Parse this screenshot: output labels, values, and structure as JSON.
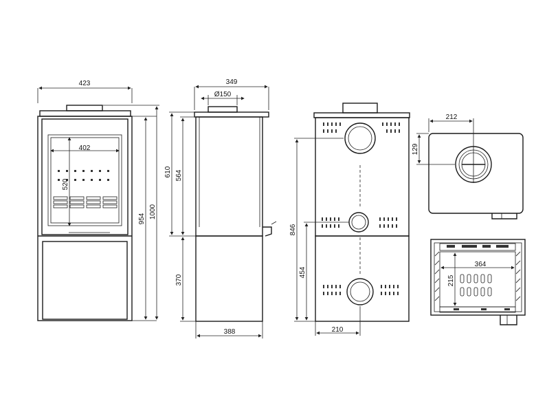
{
  "views": {
    "front": {
      "width_label": "423",
      "window_width_label": "402",
      "window_height_label": "520",
      "total_height_label": "1000",
      "body_height_label": "954"
    },
    "side": {
      "width_label": "349",
      "flue_label": "Ø150",
      "upper_height_label": "610",
      "upper_inner_label": "564",
      "lower_height_label": "370",
      "base_width_label": "388"
    },
    "back": {
      "height_label": "846",
      "lower_height_label": "454",
      "offset_label": "210"
    },
    "top": {
      "offset_x_label": "212",
      "offset_y_label": "129"
    },
    "firebox": {
      "width_label": "364",
      "depth_label": "215"
    }
  }
}
